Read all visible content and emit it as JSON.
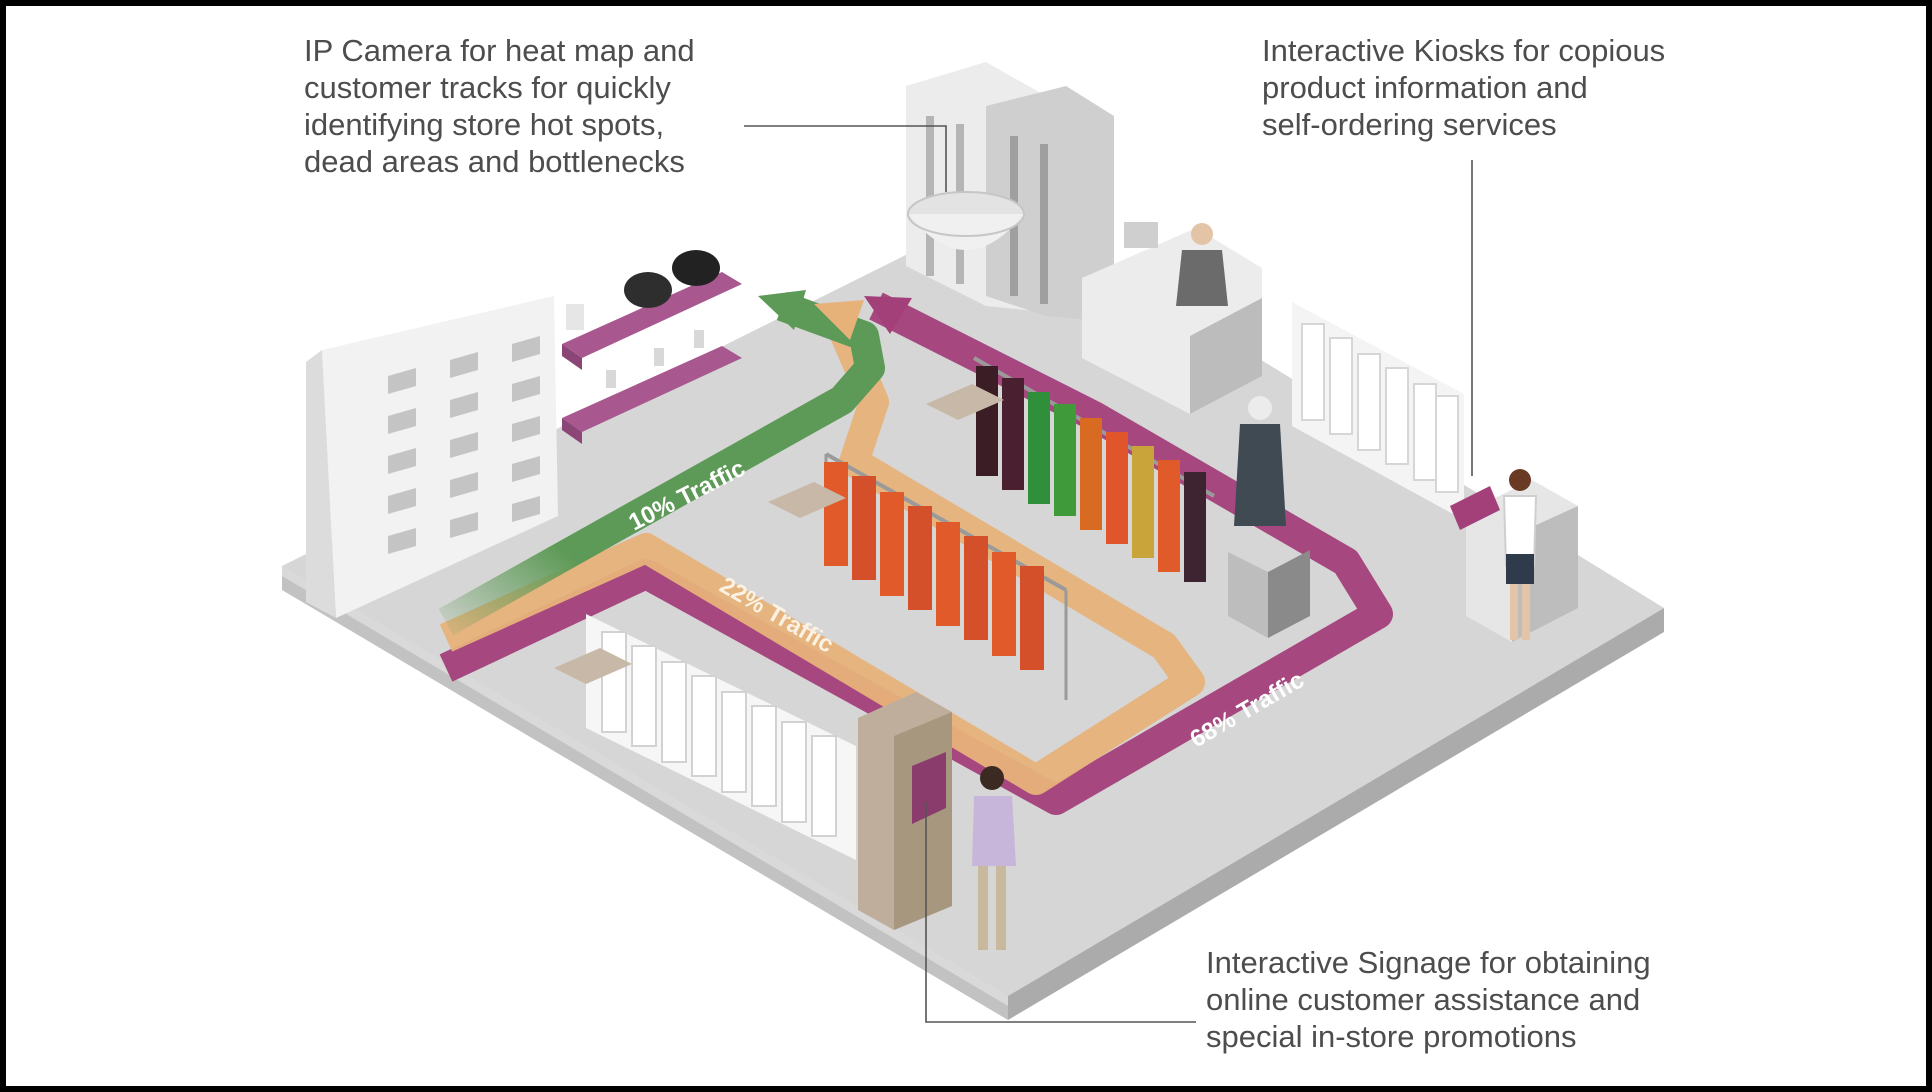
{
  "callouts": {
    "camera": "IP Camera for heat map and\ncustomer tracks for quickly\nidentifying store hot spots,\ndead areas and bottlenecks",
    "kiosks": "Interactive Kiosks for copious\nproduct information and\nself-ordering services",
    "signage": "Interactive Signage for obtaining\nonline customer assistance and\nspecial in-store promotions"
  },
  "traffic": {
    "green": "10% Traffic",
    "orange": "22% Traffic",
    "purple": "68% Traffic"
  },
  "colors": {
    "frame": "#000000",
    "floor": "#d6d6d6",
    "green_path": "#5e9a57",
    "orange_path": "#e6b27a",
    "purple_path": "#a3407a",
    "shelf_accent": "#a8588f",
    "callout_text": "#4d4d4d"
  }
}
